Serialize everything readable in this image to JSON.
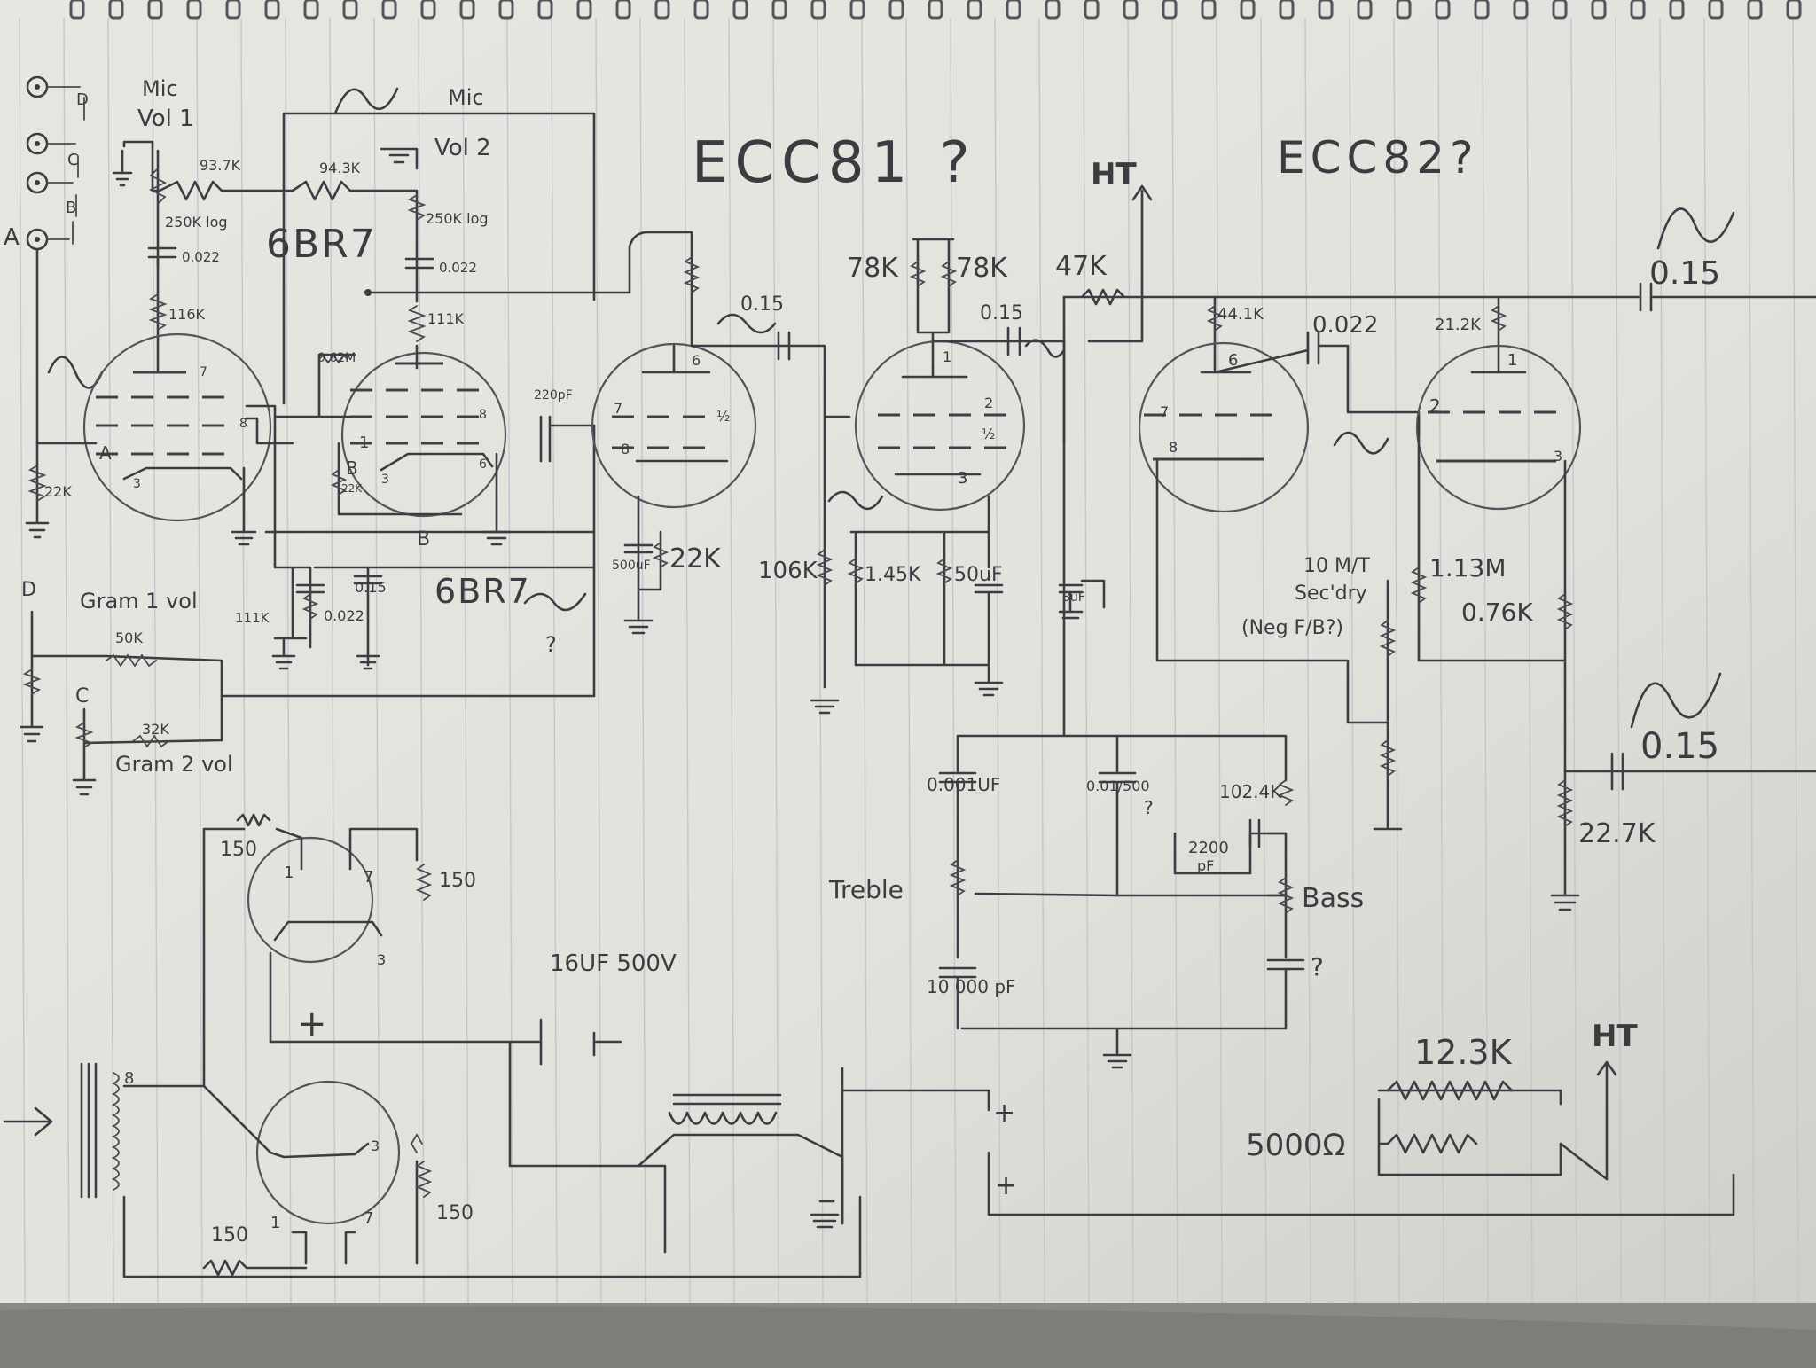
{
  "tubes": {
    "ecc81": "ECC81 ?",
    "ecc82": "ECC82?",
    "gbr7_a": "6BR7",
    "gbr7_b": "6BR7"
  },
  "inputs": {
    "a": "A",
    "b": "B",
    "c": "C",
    "d": "D",
    "mic_vol1": [
      "Mic",
      "Vol 1"
    ],
    "mic_vol2": [
      "Mic",
      "Vol 2"
    ],
    "gram1_vol": "Gram 1 vol",
    "gram2_vol": "Gram 2 vol",
    "d_label": "D",
    "c_label": "C"
  },
  "components": {
    "r_937k": "93.7K",
    "r_943k": "94.3K",
    "pot_250k_1": "250K log",
    "pot_250k_2": "250K log",
    "c_0022_a": "0.022",
    "c_0022_b": "0.022",
    "r_116k": "116K",
    "r_111k_a": "111K",
    "r_062m": "0.62M",
    "r_22k_in": "22K",
    "r_22k_b": "22K",
    "cap_220pf": "220pF",
    "r_111k_b": "111K",
    "c_0022_c": "0.022",
    "c_015_c": "0.15",
    "r_50k": "50K",
    "r_32k": "32K",
    "c_500uf_a": "500uF",
    "r_22k_c": "22K",
    "r_106k": "106K",
    "r_78k_a": "78K",
    "r_78k_b": "78K",
    "c_015_a": "0.15",
    "c_015_b": "0.15",
    "r_47k": "47K",
    "r_145k": "1.45K",
    "c_50uf": "50uF",
    "c_8uf": "8uF",
    "ht_top": "HT",
    "r_441k": "44.1K",
    "c_0022_d": "0.022",
    "r_212k": "21.2K",
    "c_015_out1": "0.15",
    "c_015_out2": "0.15",
    "r_113m": "1.13M",
    "r_076k": "0.76K",
    "r_227k": "22.7K",
    "fb": [
      "10 M/T",
      "Sec'dry",
      "(Neg F/B?)"
    ],
    "c_0001uf": "0.001UF",
    "c_001_500": "0.01/500",
    "c_0001_q": "?",
    "r_1024k": "102.4K",
    "c_2200pf": [
      "2200",
      "pF"
    ],
    "treble": "Treble",
    "bass": "Bass",
    "c_10000pf": "10 000 pF",
    "c_q": "?",
    "c_16uf": "16UF 500V",
    "r_123k": "12.3K",
    "r_5000": "5000Ω",
    "ht_bottom": "HT",
    "r_150_a": "150",
    "r_150_b": "150",
    "r_150_c": "150",
    "r_150_d": "150",
    "plus_a": "+",
    "plus_b": "+",
    "plus_c": "+",
    "q_6br7": "?"
  }
}
